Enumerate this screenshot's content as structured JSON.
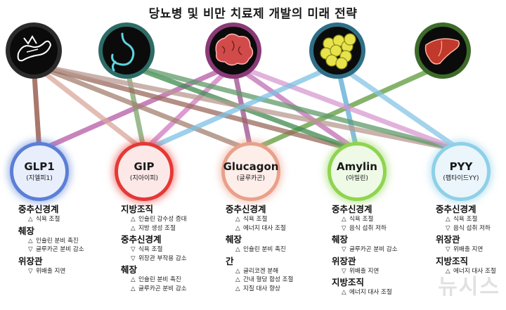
{
  "title": "당뇨병 및 비만 치료제 개발의 미래 전략",
  "organs": [
    {
      "icon": "pancreas-icon",
      "ring": "#2b2b2b",
      "fill": "#0b0b0b"
    },
    {
      "icon": "stomach-icon",
      "ring": "#2e6b66",
      "fill": "#0b0b0b"
    },
    {
      "icon": "brain-icon",
      "ring": "#8a3a77",
      "fill": "#0b0b0b"
    },
    {
      "icon": "fat-cells-icon",
      "ring": "#2f6f86",
      "fill": "#0b0b0b"
    },
    {
      "icon": "liver-icon",
      "ring": "#3d6b2a",
      "fill": "#0b0b0b"
    }
  ],
  "hormones": [
    {
      "name": "GLP1",
      "sub": "(지엘피1)",
      "ring": "#5b7fd6",
      "fill": "#e8eefc"
    },
    {
      "name": "GIP",
      "sub": "(지아이피)",
      "ring": "#e53935",
      "fill": "#fde8e8"
    },
    {
      "name": "Glucagon",
      "sub": "(글루카곤)",
      "ring": "#e9a089",
      "fill": "#fdeeea"
    },
    {
      "name": "Amylin",
      "sub": "(아밀린)",
      "ring": "#8fd44f",
      "fill": "#eef9e6"
    },
    {
      "name": "PYY",
      "sub": "(펩타이드YY)",
      "ring": "#8ed0e8",
      "fill": "#eaf6fb"
    }
  ],
  "columns": [
    {
      "groups": [
        {
          "heading": "중추신경계",
          "items": [
            {
              "mark": "△",
              "text": "식욕 조절"
            }
          ]
        },
        {
          "heading": "췌장",
          "items": [
            {
              "mark": "△",
              "text": "인슐린 분비 촉진"
            },
            {
              "mark": "▽",
              "text": "글루카곤 분비 감소"
            }
          ]
        },
        {
          "heading": "위장관",
          "items": [
            {
              "mark": "▽",
              "text": "위배출 지연"
            }
          ]
        }
      ]
    },
    {
      "groups": [
        {
          "heading": "지방조직",
          "items": [
            {
              "mark": "△",
              "text": "인슐린 감수성 증대"
            },
            {
              "mark": "△",
              "text": "지방 생성 조절"
            }
          ]
        },
        {
          "heading": "중추신경계",
          "items": [
            {
              "mark": "▽",
              "text": "식욕 조절"
            },
            {
              "mark": "▽",
              "text": "위장관 부작용 감소"
            }
          ]
        },
        {
          "heading": "췌장",
          "items": [
            {
              "mark": "△",
              "text": "인슐린 분비 촉진"
            },
            {
              "mark": "△",
              "text": "글루카곤 분비 감소"
            }
          ]
        }
      ]
    },
    {
      "groups": [
        {
          "heading": "중추신경계",
          "items": [
            {
              "mark": "△",
              "text": "식욕 조절"
            },
            {
              "mark": "△",
              "text": "에너지 대사 조절"
            }
          ]
        },
        {
          "heading": "췌장",
          "items": [
            {
              "mark": "△",
              "text": "인슐린 분비 촉진"
            }
          ]
        },
        {
          "heading": "간",
          "items": [
            {
              "mark": "△",
              "text": "글리코겐 분해"
            },
            {
              "mark": "△",
              "text": "간내 혈당 합성 조절"
            },
            {
              "mark": "△",
              "text": "지질 대사 향상"
            }
          ]
        }
      ]
    },
    {
      "groups": [
        {
          "heading": "중추신경계",
          "items": [
            {
              "mark": "△",
              "text": "식욕 조절"
            },
            {
              "mark": "▽",
              "text": "음식 섭취 저하"
            }
          ]
        },
        {
          "heading": "췌장",
          "items": [
            {
              "mark": "▽",
              "text": "글루카곤 분비 감소"
            }
          ]
        },
        {
          "heading": "위장관",
          "items": [
            {
              "mark": "▽",
              "text": "위배출 지연"
            }
          ]
        },
        {
          "heading": "지방조직",
          "items": [
            {
              "mark": "△",
              "text": "에너지 대사 조절"
            }
          ]
        }
      ]
    },
    {
      "groups": [
        {
          "heading": "중추신경계",
          "items": [
            {
              "mark": "△",
              "text": "식욕 조절"
            },
            {
              "mark": "▽",
              "text": "음식 섭취 저하"
            }
          ]
        },
        {
          "heading": "위장관",
          "items": [
            {
              "mark": "▽",
              "text": "위배출 지연"
            }
          ]
        },
        {
          "heading": "지방조직",
          "items": [
            {
              "mark": "△",
              "text": "에너지 대사 조절"
            }
          ]
        }
      ]
    }
  ],
  "watermark": "뉴시스",
  "links": [
    {
      "hormone": 0,
      "organ": 0,
      "color": "#8e4a3a"
    },
    {
      "hormone": 0,
      "organ": 2,
      "color": "#b65aa5"
    },
    {
      "hormone": 1,
      "organ": 0,
      "color": "#d9a79b"
    },
    {
      "hormone": 1,
      "organ": 2,
      "color": "#d07ac0"
    },
    {
      "hormone": 1,
      "organ": 1,
      "color": "#7aa36a"
    },
    {
      "hormone": 2,
      "organ": 0,
      "color": "#a3806f"
    },
    {
      "hormone": 2,
      "organ": 2,
      "color": "#9b4a8c"
    },
    {
      "hormone": 2,
      "organ": 4,
      "color": "#5e9a3a"
    },
    {
      "hormone": 3,
      "organ": 0,
      "color": "#9a6a5c"
    },
    {
      "hormone": 3,
      "organ": 1,
      "color": "#3f8a4f"
    },
    {
      "hormone": 3,
      "organ": 2,
      "color": "#c06db4"
    },
    {
      "hormone": 3,
      "organ": 3,
      "color": "#5aa9d6"
    },
    {
      "hormone": 4,
      "organ": 0,
      "color": "#b89a90"
    },
    {
      "hormone": 4,
      "organ": 1,
      "color": "#5f9b6a"
    },
    {
      "hormone": 4,
      "organ": 2,
      "color": "#d79ad0"
    },
    {
      "hormone": 4,
      "organ": 3,
      "color": "#86c6e6"
    },
    {
      "hormone": 1,
      "organ": 3,
      "color": "#7cc0e4"
    }
  ]
}
